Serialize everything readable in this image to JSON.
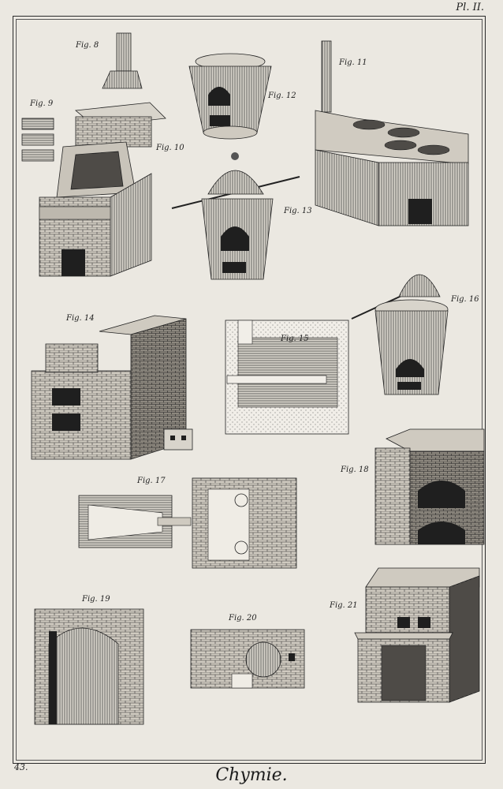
{
  "plate_number": "Pl. II.",
  "page_number": "43.",
  "title": "Chymie.",
  "figures": [
    {
      "id": "fig8",
      "label": "Fig. 8"
    },
    {
      "id": "fig9",
      "label": "Fig. 9"
    },
    {
      "id": "fig10",
      "label": "Fig. 10"
    },
    {
      "id": "fig11",
      "label": "Fig. 11"
    },
    {
      "id": "fig12",
      "label": "Fig. 12"
    },
    {
      "id": "fig13",
      "label": "Fig. 13"
    },
    {
      "id": "fig14",
      "label": "Fig. 14"
    },
    {
      "id": "fig15",
      "label": "Fig. 15"
    },
    {
      "id": "fig16",
      "label": "Fig. 16"
    },
    {
      "id": "fig17",
      "label": "Fig. 17"
    },
    {
      "id": "fig18",
      "label": "Fig. 18"
    },
    {
      "id": "fig19",
      "label": "Fig. 19"
    },
    {
      "id": "fig20",
      "label": "Fig. 20"
    },
    {
      "id": "fig21",
      "label": "Fig. 21"
    }
  ],
  "colors": {
    "paper": "#ebe8e1",
    "ink": "#1f1f1f"
  }
}
